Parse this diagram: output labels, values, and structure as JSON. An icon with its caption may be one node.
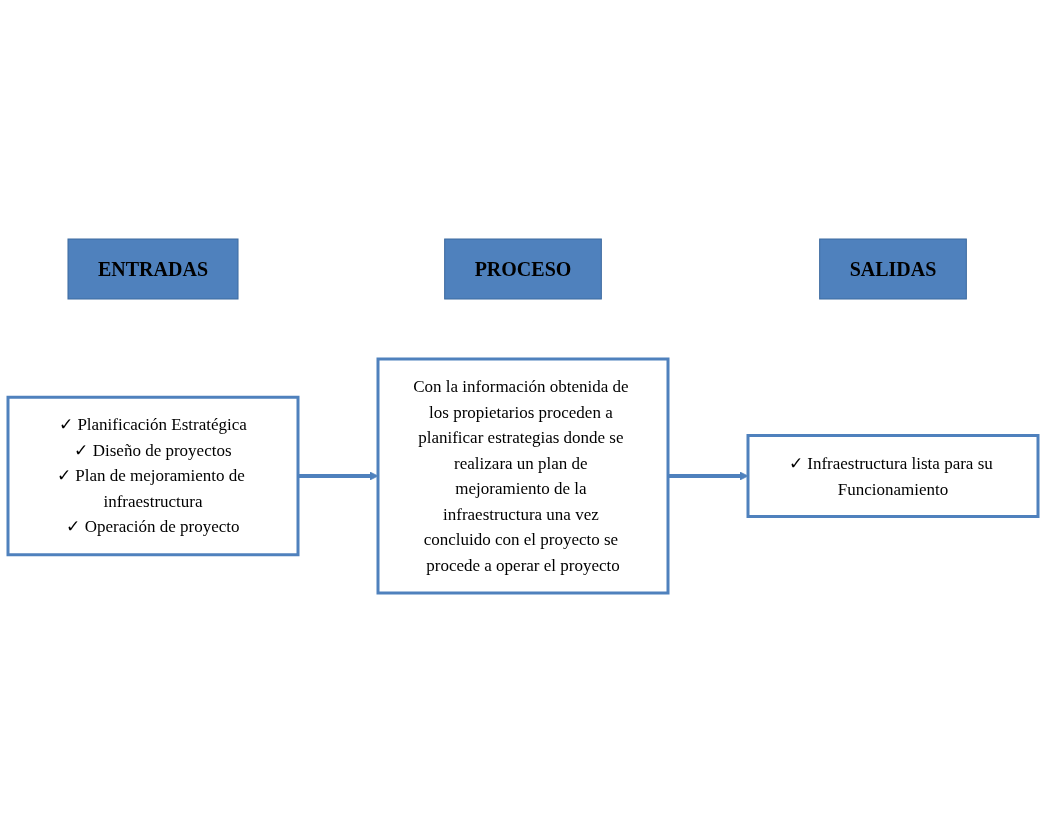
{
  "diagram": {
    "nodes": [
      {
        "text": [
          "ENTRADAS"
        ]
      },
      {
        "text": [
          "PROCESO"
        ]
      },
      {
        "text": [
          "SALIDAS"
        ]
      },
      {
        "text": [
          "✓ Planificación Estratégica",
          "✓ Diseño de proyectos",
          "✓ Plan de mejoramiento de infraestructura",
          "✓ Operación de proyecto"
        ]
      },
      {
        "text": [
          "Con la información obtenida de los propietarios proceden a planificar estrategias donde se realizara un plan de mejoramiento de la infraestructura una vez concluido con el proyecto se procede a operar el proyecto"
        ]
      },
      {
        "text": [
          "✓ Infraestructura lista para su Funcionamiento"
        ]
      }
    ],
    "edges": [
      {
        "from": 3,
        "to": 4,
        "arrow": "to"
      },
      {
        "from": 4,
        "to": 5,
        "arrow": "to"
      }
    ]
  }
}
